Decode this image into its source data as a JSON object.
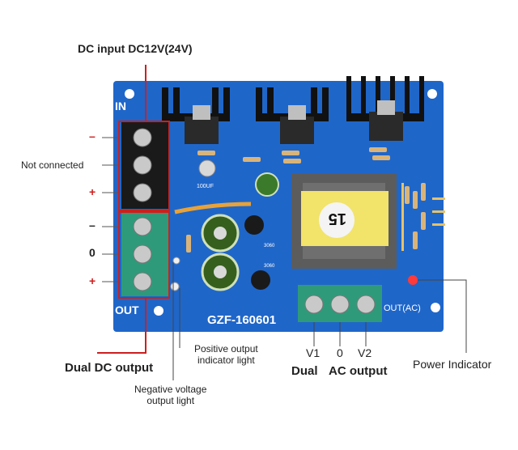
{
  "labels": {
    "dc_input": "DC input DC12V(24V)",
    "not_connected": "Not connected",
    "minus_top": "–",
    "plus_top": "+",
    "minus_mid": "–",
    "zero_mid": "0",
    "plus_mid": "+",
    "dual_dc_output": "Dual DC output",
    "negative_voltage_output_light": "Negative voltage\noutput light",
    "positive_output_indicator_light": "Positive output\nindicator light",
    "v1": "V1",
    "zero_ac": "0",
    "v2": "V2",
    "dual": "Dual",
    "ac_output": "AC output",
    "power_indicator": "Power Indicator"
  },
  "board": {
    "model": "GZF-160601",
    "out_ac": "OUT(AC)",
    "transformer_mark": "15",
    "capacitor_mark": "100UF",
    "in_mark": "IN",
    "out_mark": "OUT",
    "code_mark": "3060"
  },
  "colors": {
    "board_blue": "#1f66c9",
    "terminal_black": "#1a1a1a",
    "terminal_green": "#2f9a7a",
    "callout_red": "#cc1f1f",
    "transformer_yellow": "#f2e36b",
    "heatsink": "#111111"
  }
}
